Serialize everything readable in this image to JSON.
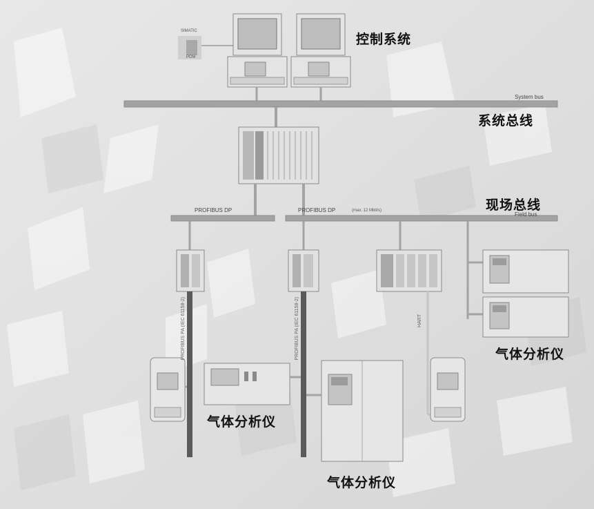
{
  "labels": {
    "control_system": "控制系统",
    "system_bus_cn": "系统总线",
    "field_bus_cn": "现场总线",
    "gas_analyzer_right": "气体分析仪",
    "gas_analyzer_left": "气体分析仪",
    "gas_analyzer_bottom": "气体分析仪"
  },
  "small_labels": {
    "simatic_line1": "SIMATIC",
    "simatic_line2": "PDM",
    "system_bus_en": "System bus",
    "field_bus_en": "Field bus",
    "profibus_dp_left": "PROFIBUS DP",
    "profibus_dp_right": "PROFIBUS DP",
    "profibus_dp_right_rate": "(max. 12 Mbit/s)",
    "hart": "HART",
    "profibus_pa_left": "PROFIBUS PA (IEC 61158-2)",
    "profibus_pa_right": "PROFIBUS PA (IEC 61158-2)"
  },
  "colors": {
    "bus": "#a3a3a3",
    "pa_cable": "#5a5a5a",
    "device_body": "#e4e4e4",
    "background": "#dcdcdc"
  }
}
